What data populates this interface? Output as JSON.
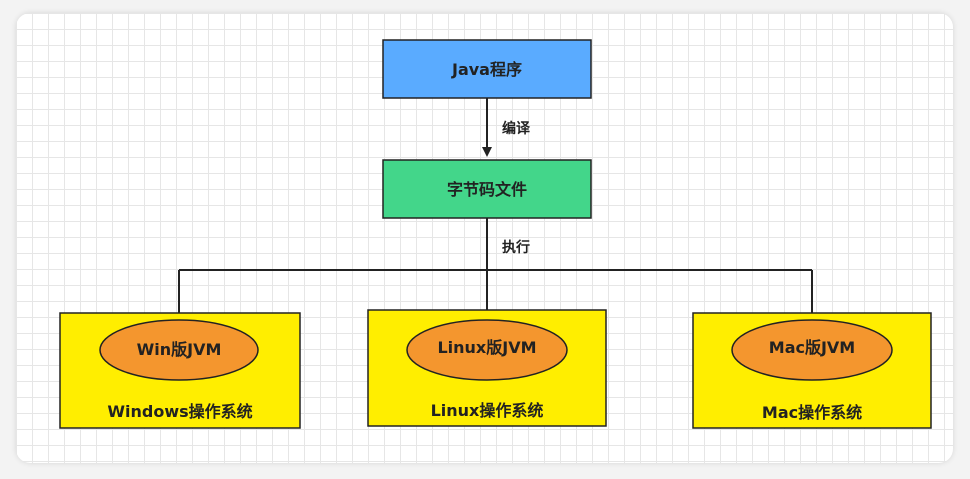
{
  "nodes": {
    "java_program": "Java程序",
    "bytecode_file": "字节码文件",
    "win_jvm": "Win版JVM",
    "linux_jvm": "Linux版JVM",
    "mac_jvm": "Mac版JVM",
    "windows_os": "Windows操作系统",
    "linux_os": "Linux操作系统",
    "mac_os": "Mac操作系统"
  },
  "edges": {
    "compile": "编译",
    "execute": "执行"
  },
  "colors": {
    "java_box": "#5aabff",
    "bytecode_box": "#43d68a",
    "os_box": "#ffee00",
    "jvm_ellipse": "#f4962e"
  }
}
